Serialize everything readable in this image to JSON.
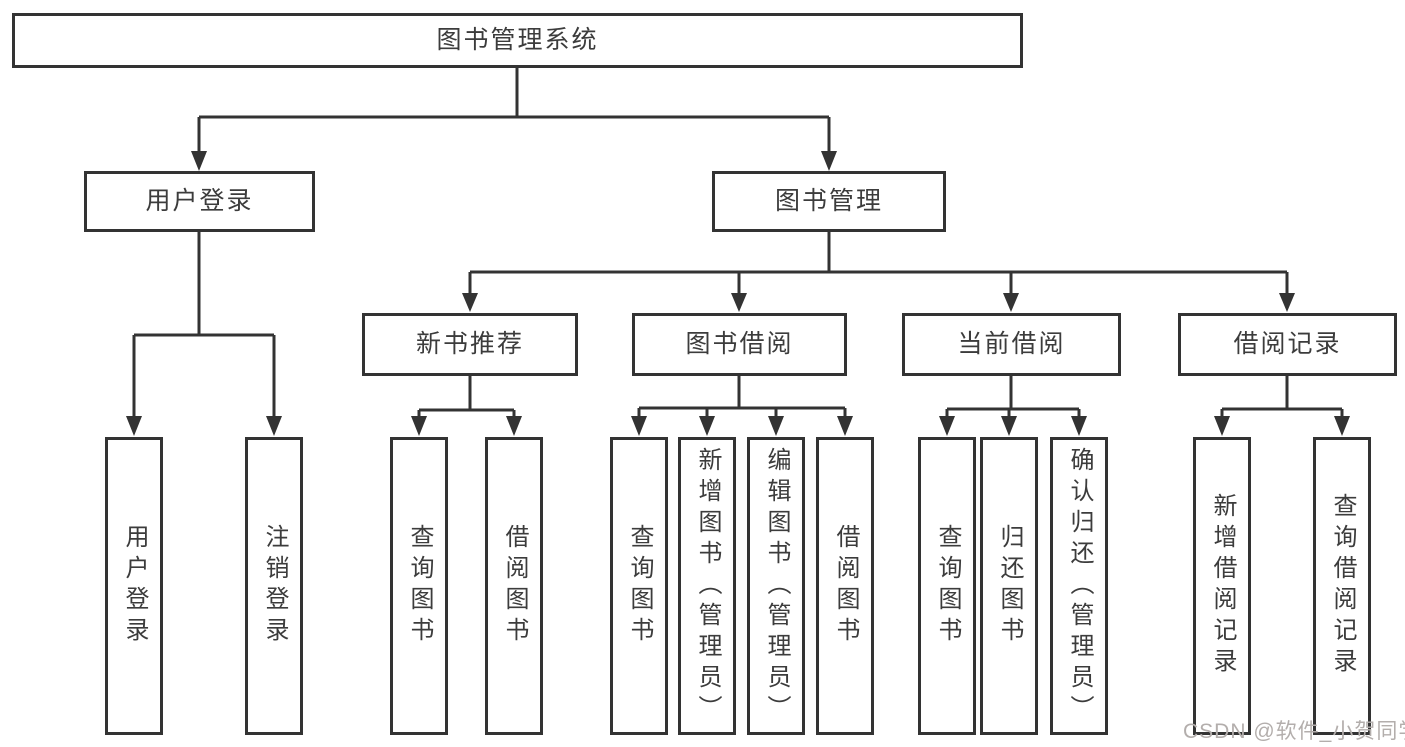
{
  "diagram": {
    "root": {
      "label": "图书管理系统"
    },
    "level2": [
      {
        "label": "用户登录",
        "children": [
          {
            "label": "用户登录"
          },
          {
            "label": "注销登录"
          }
        ]
      },
      {
        "label": "图书管理",
        "children": [
          {
            "label": "新书推荐",
            "children": [
              {
                "label": "查询图书"
              },
              {
                "label": "借阅图书"
              }
            ]
          },
          {
            "label": "图书借阅",
            "children": [
              {
                "label": "查询图书"
              },
              {
                "label": "新增图书（管理员）"
              },
              {
                "label": "编辑图书（管理员）"
              },
              {
                "label": "借阅图书"
              }
            ]
          },
          {
            "label": "当前借阅",
            "children": [
              {
                "label": "查询图书"
              },
              {
                "label": "归还图书"
              },
              {
                "label": "确认归还（管理员）"
              }
            ]
          },
          {
            "label": "借阅记录",
            "children": [
              {
                "label": "新增借阅记录"
              },
              {
                "label": "查询借阅记录"
              }
            ]
          }
        ]
      }
    ]
  },
  "watermark": {
    "text": "CSDN @软件_小贺同学"
  },
  "colors": {
    "line": "#333333",
    "text": "#3c3c3c",
    "watermark": "#b3aeac",
    "background": "#ffffff"
  }
}
